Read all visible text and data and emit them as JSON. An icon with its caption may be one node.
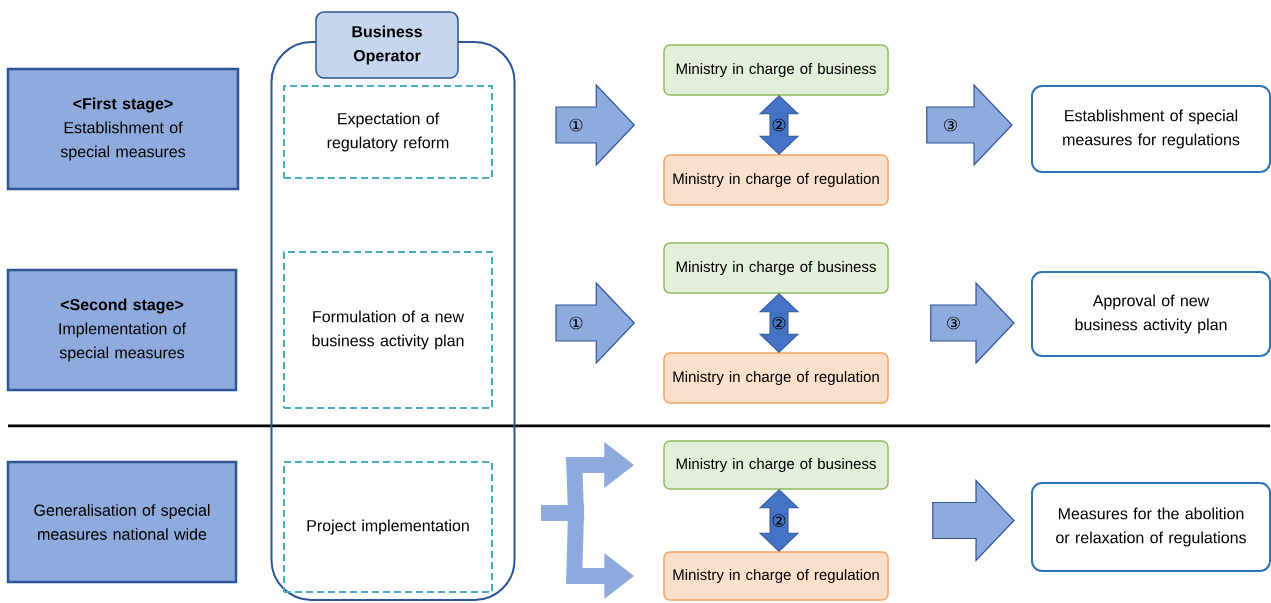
{
  "diagram": {
    "nodes": [
      {
        "text": [
          "<First stage>",
          "Establishment of special measures"
        ]
      },
      {
        "text": [
          "Business Operator"
        ]
      },
      {
        "text": [
          "Expectation of regulatory reform"
        ],
        "in": 1
      },
      {
        "text": [
          "Ministry in charge of business"
        ]
      },
      {
        "text": [
          "Ministry in charge of regulation"
        ]
      },
      {
        "text": [
          "Establishment of special measures for regulations"
        ]
      },
      {
        "text": [
          "<Second stage>",
          "Implementation of special measures"
        ]
      },
      {
        "text": [
          "Formulation of a new business activity plan"
        ],
        "in": 1
      },
      {
        "text": [
          "Ministry in charge of business"
        ]
      },
      {
        "text": [
          "Ministry in charge of regulation"
        ]
      },
      {
        "text": [
          "Approval of new business activity plan"
        ]
      },
      {
        "text": [
          "Generalisation of special measures national wide"
        ]
      },
      {
        "text": [
          "Project implementation"
        ],
        "in": 1
      },
      {
        "text": [
          "Ministry in charge of business"
        ]
      },
      {
        "text": [
          "Ministry in charge of regulation"
        ]
      },
      {
        "text": [
          "Measures for the abolition or relaxation of regulations"
        ]
      }
    ],
    "edges": [
      {
        "from": 2,
        "to": 3,
        "arrow": "to",
        "label": "①"
      },
      {
        "from": 3,
        "to": 4,
        "arrow": "both",
        "label": "②",
        "color": "#4472c4"
      },
      {
        "from": 3,
        "to": 5,
        "arrow": "to",
        "label": "③"
      },
      {
        "from": 7,
        "to": 8,
        "arrow": "to",
        "label": "①"
      },
      {
        "from": 8,
        "to": 9,
        "arrow": "both",
        "label": "②",
        "color": "#4472c4"
      },
      {
        "from": 8,
        "to": 10,
        "arrow": "to",
        "label": "③"
      },
      {
        "from": 12,
        "to": 13,
        "arrow": "to"
      },
      {
        "from": 12,
        "to": 14,
        "arrow": "to"
      },
      {
        "from": 13,
        "to": 14,
        "arrow": "both",
        "label": "②",
        "color": "#4472c4"
      },
      {
        "from": 13,
        "to": 15,
        "arrow": "to"
      }
    ]
  }
}
